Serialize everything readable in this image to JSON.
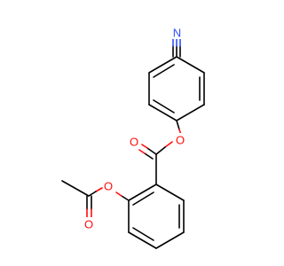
{
  "colors": {
    "background": "#ffffff",
    "carbon_bond": "#000000",
    "oxygen": "#ff0d0d",
    "nitrogen": "#3050f8"
  },
  "atoms": {
    "nitrogen_label": "N",
    "ester_ring_oxygen_label": "O",
    "ester_carbonyl_oxygen_label": "O",
    "acetoxy_ring_oxygen_label": "O",
    "acetyl_carbonyl_oxygen_label": "O"
  }
}
